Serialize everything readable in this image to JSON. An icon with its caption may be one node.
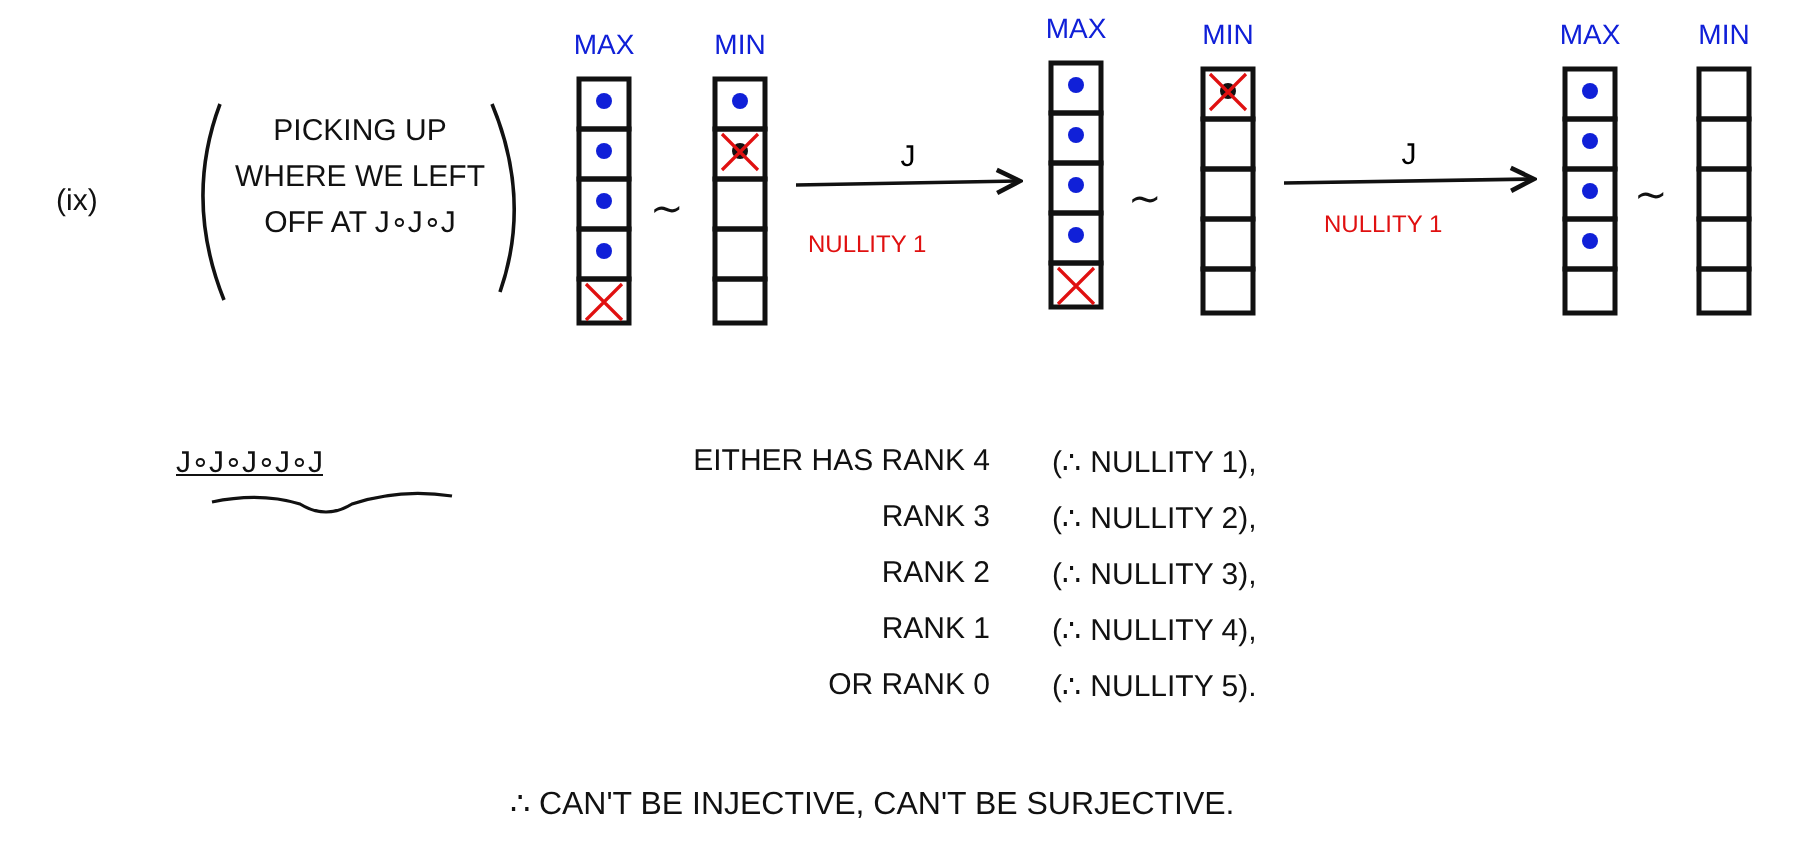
{
  "diagram": {
    "nodes": [
      {
        "text": [
          "MAX"
        ]
      },
      {
        "text": [
          "MIN"
        ]
      },
      {
        "text": [
          "MAX"
        ]
      },
      {
        "text": [
          "MIN"
        ]
      },
      {
        "text": [
          "MAX"
        ]
      },
      {
        "text": [
          "MIN"
        ]
      }
    ],
    "edges": [
      {
        "from": 1,
        "to": 2,
        "arrow": "to",
        "label": "J"
      },
      {
        "from": 3,
        "to": 4,
        "arrow": "to",
        "label": "J"
      }
    ],
    "labels": [
      "(ix)",
      "PICKING UP WHERE WE LEFT OFF AT J∘J∘J",
      "∼",
      "NULLITY 1",
      "∼",
      "NULLITY 1",
      "∼",
      "J∘J∘J∘J∘J",
      "EITHER HAS RANK 4",
      "(∴ NULLITY 1),",
      "RANK 3",
      "(∴ NULLITY 2),",
      "RANK 2",
      "(∴ NULLITY 3),",
      "RANK 1",
      "(∴ NULLITY 4),",
      "OR RANK 0",
      "(∴ NULLITY 5).",
      "∴ CAN'T BE INJECTIVE, CAN'T BE SURJECTIVE."
    ]
  }
}
